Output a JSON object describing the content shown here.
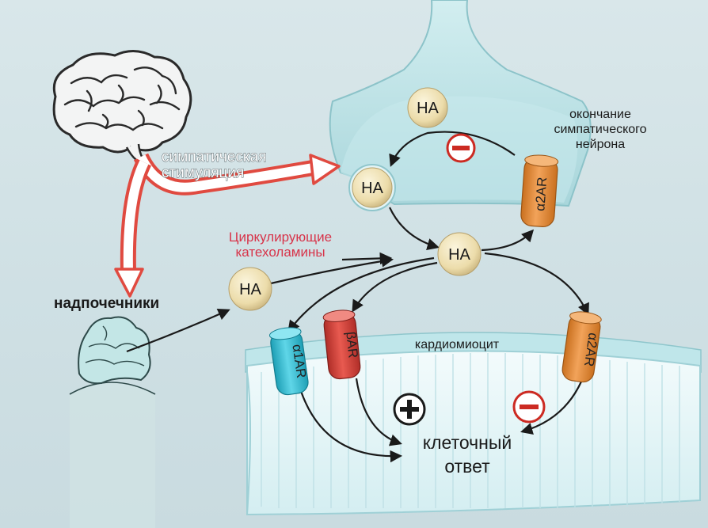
{
  "labels": {
    "sympathetic_stimulation_line1": "симпатическая",
    "sympathetic_stimulation_line2": "стимуляция",
    "adrenals": "надпочечники",
    "circulating_line1": "Циркулирующие",
    "circulating_line2": "катехоламины",
    "neuron_ending_line1": "окончание",
    "neuron_ending_line2": "симпатического",
    "neuron_ending_line3": "нейрона",
    "cardiomyocyte": "кардиомиоцит",
    "cell_response_line1": "клеточный",
    "cell_response_line2": "ответ"
  },
  "molecules": {
    "na_vesicle": "НА",
    "na_release": "НА",
    "na_cleft": "НА",
    "na_blood": "НА"
  },
  "receptors": {
    "a2_presynaptic": "α2AR",
    "a1": "α1AR",
    "beta": "βAR",
    "a2_cardiac": "α2AR"
  },
  "signs": {
    "presynaptic_inhibition": "−",
    "cardiac_stimulation": "+",
    "cardiac_inhibition": "−"
  },
  "colors": {
    "neuron": "#bfe3e6",
    "molecule": "#efe1b2",
    "receptor_orange": "#e8923a",
    "receptor_red": "#d8463e",
    "receptor_cyan": "#3cc3d8",
    "arrow_red": "#e04a40",
    "minus_red": "#cc2a22",
    "circulating_text": "#d7344a"
  }
}
